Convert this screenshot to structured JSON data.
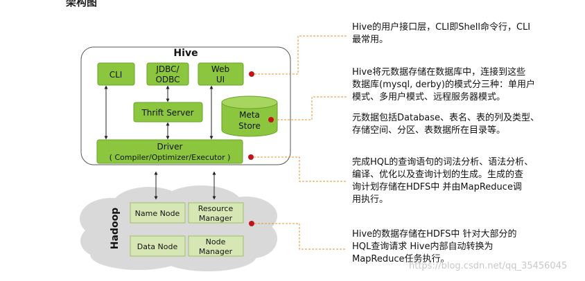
{
  "header": {
    "partial_title": "架构图"
  },
  "hive": {
    "title": "Hive",
    "cli": "CLI",
    "jdbc_line1": "JDBC/",
    "jdbc_line2": "ODBC",
    "webui_line1": "Web",
    "webui_line2": "UI",
    "thrift": "Thrift Server",
    "meta_line1": "Meta",
    "meta_line2": "Store",
    "driver_line1": "Driver",
    "driver_line2": "( Compiler/Optimizer/Executor )"
  },
  "hadoop": {
    "label": "Hadoop",
    "name_node": "Name Node",
    "rm_line1": "Resource",
    "rm_line2": "Manager",
    "data_node": "Data Node",
    "nm_line1": "Node",
    "nm_line2": "Manager"
  },
  "descriptions": {
    "d1_l1": "Hive的用户接口层，CLI即Shell命令行，CLI",
    "d1_l2": "最常用。",
    "d2_l1": "Hive将元数据存储在数据库中，连接到这些",
    "d2_l2": "数据库(mysql, derby)的模式分三种：单用户",
    "d2_l3": "模式、多用户模式、远程服务器模式。",
    "d3_l1": "元数据包括Database、表名、表的列及类型、",
    "d3_l2": "存储空间、分区、表数据所在目录等。",
    "d4_l1": "完成HQL的查询语句的词法分析、语法分析、",
    "d4_l2": "编译、优化以及查询计划的生成。生成的查",
    "d4_l3": "询计划存储在HDFS中   并由MapReduce调",
    "d4_l4": "用执行。",
    "d5_l1": "Hive的数据存储在HDFS中   针对大部分的",
    "d5_l2": "HQL查询请求   Hive内部自动转换为",
    "d5_l3": "MapReduce任务执行。"
  },
  "watermark": "https://blog.csdn.net/qq_35456045",
  "colors": {
    "box_fill": "#8cc63f",
    "box_stroke": "#6aa32a",
    "hadoop_box_fill": "#d6e6b4",
    "cloud_fill": "#d9d9d9",
    "bullet": "#c0161b",
    "leader_line": "#e8912d"
  }
}
